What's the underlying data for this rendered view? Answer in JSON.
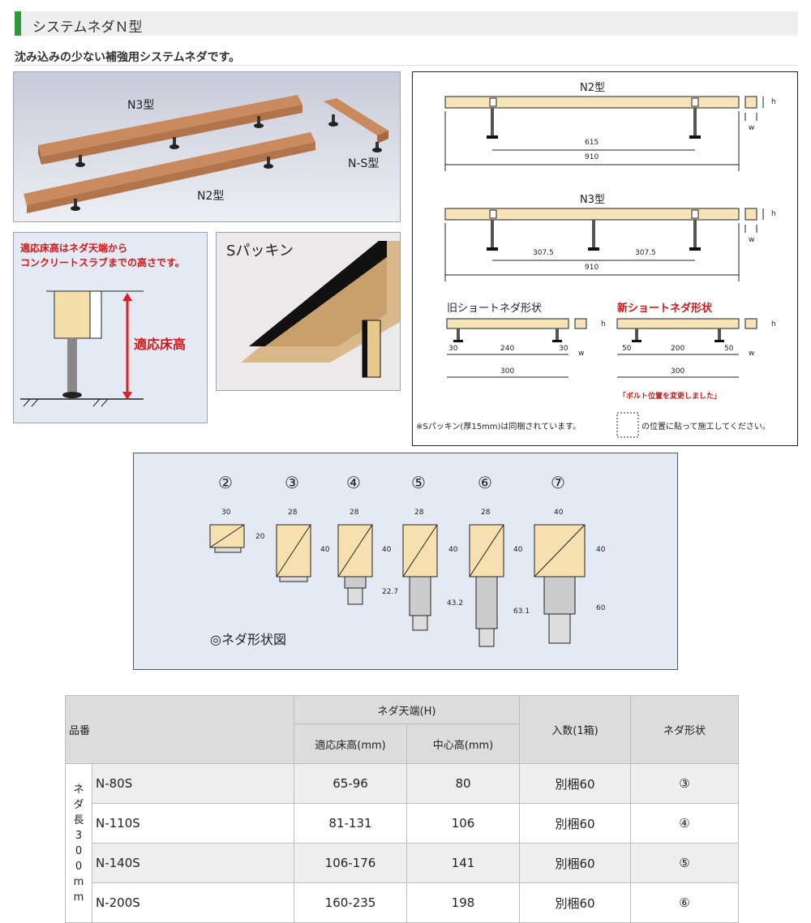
{
  "header": {
    "title": "システムネダＮ型"
  },
  "subtitle": "沈み込みの少ない補強用システムネダです。",
  "photo_main": {
    "labels": {
      "n3": "N3型",
      "n2": "N2型",
      "ns": "N-S型"
    }
  },
  "height_diagram": {
    "caption_line1": "適応床高はネダ天端から",
    "caption_line2": "コンクリートスラブまでの高さです。",
    "label": "適応床高"
  },
  "packing_photo": {
    "label": "Sパッキン"
  },
  "dimension_diagram": {
    "n2": {
      "title": "N2型",
      "span": "615",
      "total": "910"
    },
    "n3": {
      "title": "N3型",
      "span_left": "307.5",
      "span_right": "307.5",
      "total": "910"
    },
    "old_short": {
      "title": "旧ショートネダ形状",
      "left": "30",
      "mid": "240",
      "right": "30",
      "total": "300"
    },
    "new_short": {
      "title": "新ショートネダ形状",
      "left": "50",
      "mid": "200",
      "right": "50",
      "total": "300",
      "note": "「ボルト位置を変更しました」"
    },
    "h": "h",
    "w": "w",
    "note_before": "※Sパッキン(厚15mm)は同梱されています。",
    "note_after": "の位置に貼って施工してください。"
  },
  "shapes": {
    "caption": "◎ネダ形状図",
    "items": [
      {
        "num": "②",
        "width": "30",
        "height": "20",
        "extra": ""
      },
      {
        "num": "③",
        "width": "28",
        "height": "40",
        "extra": ""
      },
      {
        "num": "④",
        "width": "28",
        "height": "40",
        "extra": "22.7"
      },
      {
        "num": "⑤",
        "width": "28",
        "height": "40",
        "extra": "43.2"
      },
      {
        "num": "⑥",
        "width": "28",
        "height": "40",
        "extra": "63.1"
      },
      {
        "num": "⑦",
        "width": "40",
        "height": "40",
        "extra": "60"
      }
    ]
  },
  "table": {
    "headers": {
      "part": "品番",
      "top": "ネダ天端(H)",
      "floor": "適応床高(mm)",
      "center": "中心高(mm)",
      "qty": "入数(1箱)",
      "shape": "ネダ形状"
    },
    "side_label": [
      "ネ",
      "ダ",
      "長",
      "3",
      "0",
      "0",
      "m",
      "m"
    ],
    "rows": [
      {
        "part": "N-80S",
        "floor": "65-96",
        "center": "80",
        "qty": "別梱60",
        "shape": "③"
      },
      {
        "part": "N-110S",
        "floor": "81-131",
        "center": "106",
        "qty": "別梱60",
        "shape": "④"
      },
      {
        "part": "N-140S",
        "floor": "106-176",
        "center": "141",
        "qty": "別梱60",
        "shape": "⑤"
      },
      {
        "part": "N-200S",
        "floor": "160-235",
        "center": "198",
        "qty": "別梱60",
        "shape": "⑥"
      }
    ]
  }
}
